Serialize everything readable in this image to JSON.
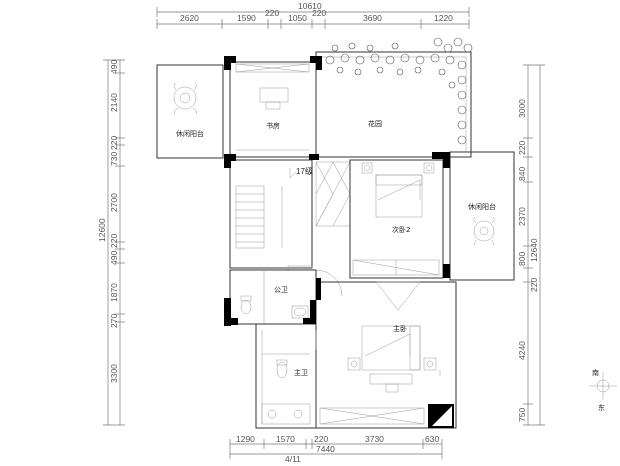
{
  "dimensions": {
    "top_total": "10610",
    "top_row": [
      "2620",
      "1590",
      "220",
      "1050",
      "220",
      "3690",
      "1220"
    ],
    "bottom_row": [
      "1290",
      "1570",
      "220",
      "3730",
      "630"
    ],
    "bottom_total": "7440",
    "left_col": [
      "490",
      "2140",
      "220",
      "730",
      "2700",
      "220",
      "490",
      "1870",
      "270",
      "3300"
    ],
    "left_total": "12600",
    "right_col": [
      "3000",
      "220",
      "840",
      "2370",
      "800",
      "220",
      "4240",
      "750"
    ],
    "right_total": "12640"
  },
  "rooms": {
    "leisure_balcony_left": "休闲阳台",
    "study": "书房",
    "garden": "花园",
    "stair_steps": "17级",
    "second_bedroom": "次卧2",
    "leisure_balcony_right": "休闲阳台",
    "public_bath": "公卫",
    "master_bedroom": "主卧",
    "master_bath": "主卫"
  },
  "compass": {
    "north": "南",
    "south": "东"
  },
  "sheet_number": "4/11"
}
